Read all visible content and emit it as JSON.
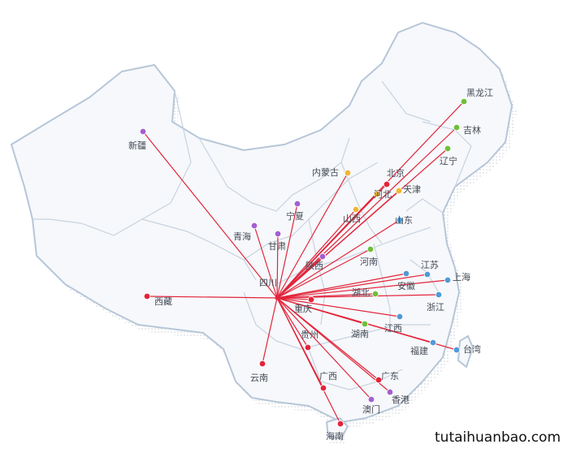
{
  "map": {
    "hub_label": "四川",
    "line_color": "#e3243a",
    "provinces": [
      {
        "name": "黑龙江",
        "color": "#6fbf3a"
      },
      {
        "name": "吉林",
        "color": "#6fbf3a"
      },
      {
        "name": "辽宁",
        "color": "#6fbf3a"
      },
      {
        "name": "内蒙古",
        "color": "#f2b632"
      },
      {
        "name": "北京",
        "color": "#e3243a"
      },
      {
        "name": "天津",
        "color": "#f2b632"
      },
      {
        "name": "河北",
        "color": "#f2b632"
      },
      {
        "name": "山西",
        "color": "#f2b632"
      },
      {
        "name": "山东",
        "color": "#4f9ad6"
      },
      {
        "name": "河南",
        "color": "#6fbf3a"
      },
      {
        "name": "江苏",
        "color": "#4f9ad6"
      },
      {
        "name": "上海",
        "color": "#4f9ad6"
      },
      {
        "name": "安徽",
        "color": "#4f9ad6"
      },
      {
        "name": "浙江",
        "color": "#4f9ad6"
      },
      {
        "name": "湖北",
        "color": "#6fbf3a"
      },
      {
        "name": "江西",
        "color": "#4f9ad6"
      },
      {
        "name": "湖南",
        "color": "#6fbf3a"
      },
      {
        "name": "福建",
        "color": "#4f9ad6"
      },
      {
        "name": "台湾",
        "color": "#4f9ad6"
      },
      {
        "name": "广东",
        "color": "#e3243a"
      },
      {
        "name": "香港",
        "color": "#a35fd0"
      },
      {
        "name": "澳门",
        "color": "#a35fd0"
      },
      {
        "name": "广西",
        "color": "#e3243a"
      },
      {
        "name": "海南",
        "color": "#e3243a"
      },
      {
        "name": "贵州",
        "color": "#e3243a"
      },
      {
        "name": "云南",
        "color": "#e3243a"
      },
      {
        "name": "重庆",
        "color": "#e3243a"
      },
      {
        "name": "陕西",
        "color": "#a35fd0"
      },
      {
        "name": "甘肃",
        "color": "#a35fd0"
      },
      {
        "name": "宁夏",
        "color": "#a35fd0"
      },
      {
        "name": "青海",
        "color": "#a35fd0"
      },
      {
        "name": "新疆",
        "color": "#a35fd0"
      },
      {
        "name": "西藏",
        "color": "#e3243a"
      }
    ]
  },
  "watermark": "tutaihuanbao.com"
}
